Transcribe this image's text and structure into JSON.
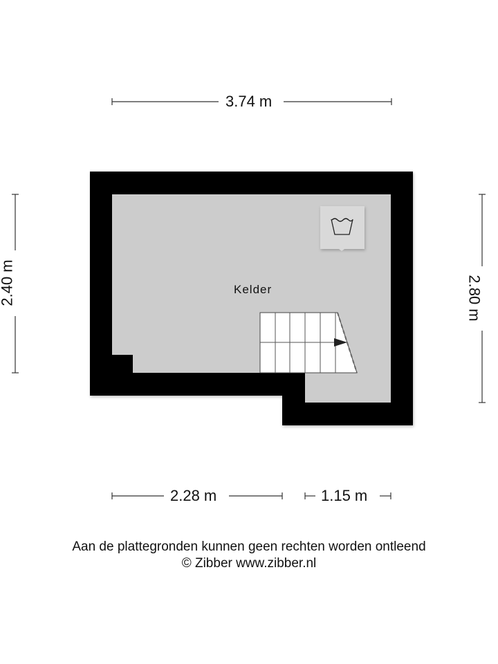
{
  "dimensions": {
    "top_width": "3.74 m",
    "left_height": "2.40 m",
    "right_height": "2.80 m",
    "bottom_left_width": "2.28 m",
    "bottom_right_width": "1.15 m"
  },
  "rooms": [
    {
      "name": "Kelder"
    }
  ],
  "fixtures": [
    {
      "type": "washing-machine-icon"
    },
    {
      "type": "staircase"
    }
  ],
  "footer": {
    "disclaimer": "Aan de plattegronden kunnen geen rechten worden ontleend",
    "copyright": "© Zibber www.zibber.nl"
  },
  "colors": {
    "wall": "#000000",
    "floor": "#cccccc",
    "fixture_bg": "#d9d9d9",
    "stairs": "#ffffff",
    "dimension_line": "#333333"
  }
}
